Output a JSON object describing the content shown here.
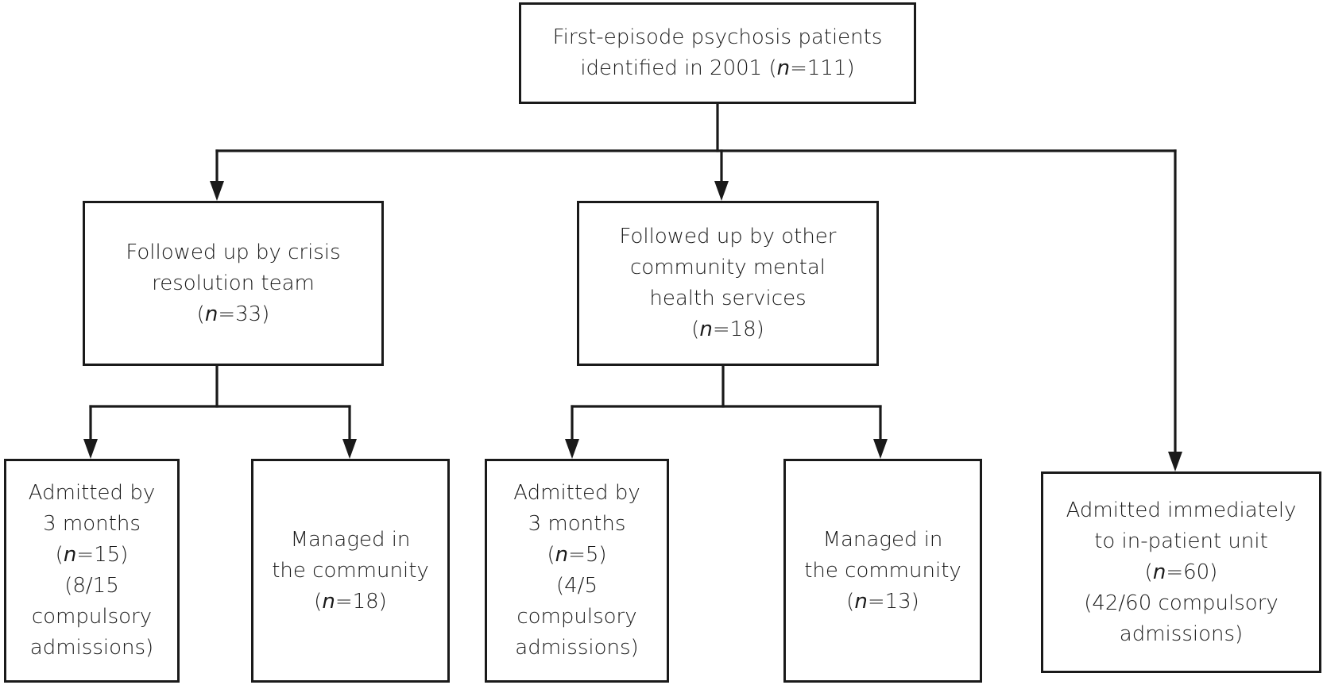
{
  "boxes": {
    "root": {
      "lines": [
        "First-episode psychosis patients",
        "identified in 2001 ("
      ],
      "n_prefix": "identified in 2001 (",
      "n_symbol": "n",
      "n_value": "=111)"
    },
    "crisis_team": {
      "line1": "Followed up by crisis",
      "line2": "resolution team",
      "n_open": "(",
      "n_symbol": "n",
      "n_value": "=33)"
    },
    "cmhs": {
      "line1": "Followed up by other",
      "line2": "community mental",
      "line3": "health services",
      "n_open": "(",
      "n_symbol": "n",
      "n_value": "=18)"
    },
    "crisis_admitted": {
      "line1": "Admitted by",
      "line2": "3 months",
      "n_open": "(",
      "n_symbol": "n",
      "n_value": "=15)",
      "line4": "(8/15",
      "line5": "compulsory",
      "line6": "admissions)"
    },
    "crisis_community": {
      "line1": "Managed in",
      "line2": "the community",
      "n_open": "(",
      "n_symbol": "n",
      "n_value": "=18)"
    },
    "cmhs_admitted": {
      "line1": "Admitted by",
      "line2": "3 months",
      "n_open": "(",
      "n_symbol": "n",
      "n_value": "=5)",
      "line4": "(4/5",
      "line5": "compulsory",
      "line6": "admissions)"
    },
    "cmhs_community": {
      "line1": "Managed in",
      "line2": "the community",
      "n_open": "(",
      "n_symbol": "n",
      "n_value": "=13)"
    },
    "inpatient": {
      "line1": "Admitted immediately",
      "line2": "to in-patient unit",
      "n_open": "(",
      "n_symbol": "n",
      "n_value": "=60)",
      "line4": "(42/60 compulsory",
      "line5": "admissions)"
    }
  },
  "colors": {
    "stroke": "#1a1a1a",
    "background": "#ffffff"
  }
}
